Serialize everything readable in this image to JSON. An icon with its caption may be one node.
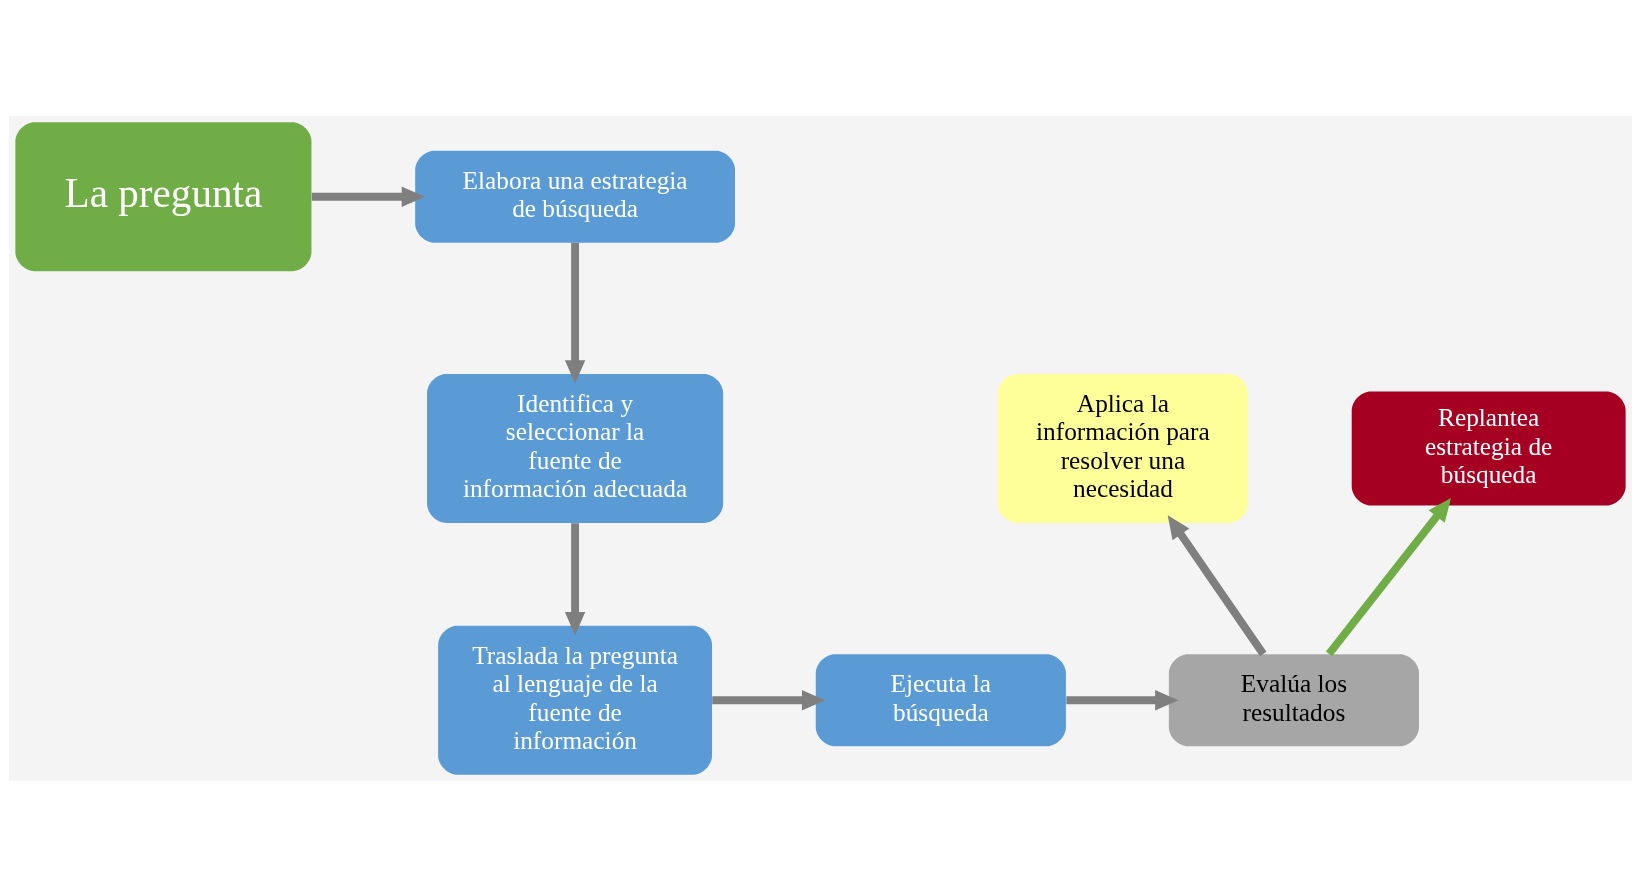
{
  "diagram": {
    "nodes": [
      {
        "text": [
          "La pregunta"
        ]
      },
      {
        "text": [
          "Elabora una estrategia de búsqueda"
        ]
      },
      {
        "text": [
          "Identifica y seleccionar la fuente de información adecuada"
        ]
      },
      {
        "text": [
          "Traslada la pregunta al lenguaje de la fuente de información"
        ]
      },
      {
        "text": [
          "Ejecuta la búsqueda"
        ]
      },
      {
        "text": [
          "Evalúa los resultados"
        ]
      },
      {
        "text": [
          "Aplica la información para resolver una necesidad"
        ]
      },
      {
        "text": [
          "Replantea estrategia de búsqueda"
        ]
      }
    ],
    "edges": [
      {
        "from": 0,
        "to": 1,
        "arrow": "to"
      },
      {
        "from": 1,
        "to": 2,
        "arrow": "to"
      },
      {
        "from": 2,
        "to": 3,
        "arrow": "to"
      },
      {
        "from": 3,
        "to": 4,
        "arrow": "to"
      },
      {
        "from": 4,
        "to": 5,
        "arrow": "to"
      },
      {
        "from": 5,
        "to": 6,
        "arrow": "to"
      },
      {
        "from": 5,
        "to": 7,
        "arrow": "to",
        "color": "#70ad47"
      }
    ]
  }
}
